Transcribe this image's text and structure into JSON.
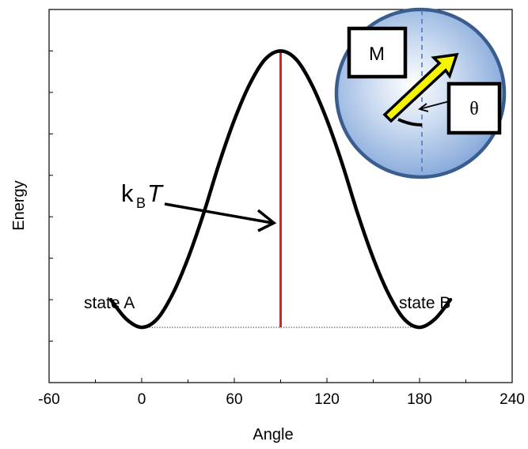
{
  "chart_data": {
    "type": "line",
    "title": "",
    "xlabel": "Angle",
    "ylabel": "Energy",
    "xlim": [
      -60,
      240
    ],
    "ylim": [
      -0.2,
      1.15
    ],
    "xticks": [
      "-60",
      "0",
      "60",
      "120",
      "180",
      "240"
    ],
    "grid": false,
    "series": [
      {
        "x": [
          -20,
          -10,
          0,
          10,
          20,
          30,
          40,
          50,
          60,
          70,
          80,
          90,
          100,
          110,
          120,
          130,
          140,
          150,
          160,
          170,
          180,
          190,
          200
        ],
        "y": [
          0.1,
          0.03,
          0.0,
          0.03,
          0.12,
          0.25,
          0.41,
          0.59,
          0.75,
          0.88,
          0.97,
          1.0,
          0.97,
          0.88,
          0.75,
          0.59,
          0.41,
          0.25,
          0.12,
          0.03,
          0.0,
          0.03,
          0.1
        ],
        "color": "#000000"
      }
    ],
    "barrier": {
      "x": 90,
      "y_from": 0.0,
      "y_to": 1.0,
      "color": "#e02020"
    },
    "baseline": {
      "x_from": 0,
      "x_to": 180,
      "y": 0.0
    },
    "annotations": {
      "state_a": "state A",
      "state_b": "state B",
      "kbt_main": "k",
      "kbt_sub": "B",
      "kbt_italic": "T"
    },
    "inset": {
      "m_label": "M",
      "theta_label": "θ",
      "disk_color": "#8fb3e0",
      "disk_edge": "#3a5d8f",
      "arrow_color": "#f5f500"
    }
  }
}
